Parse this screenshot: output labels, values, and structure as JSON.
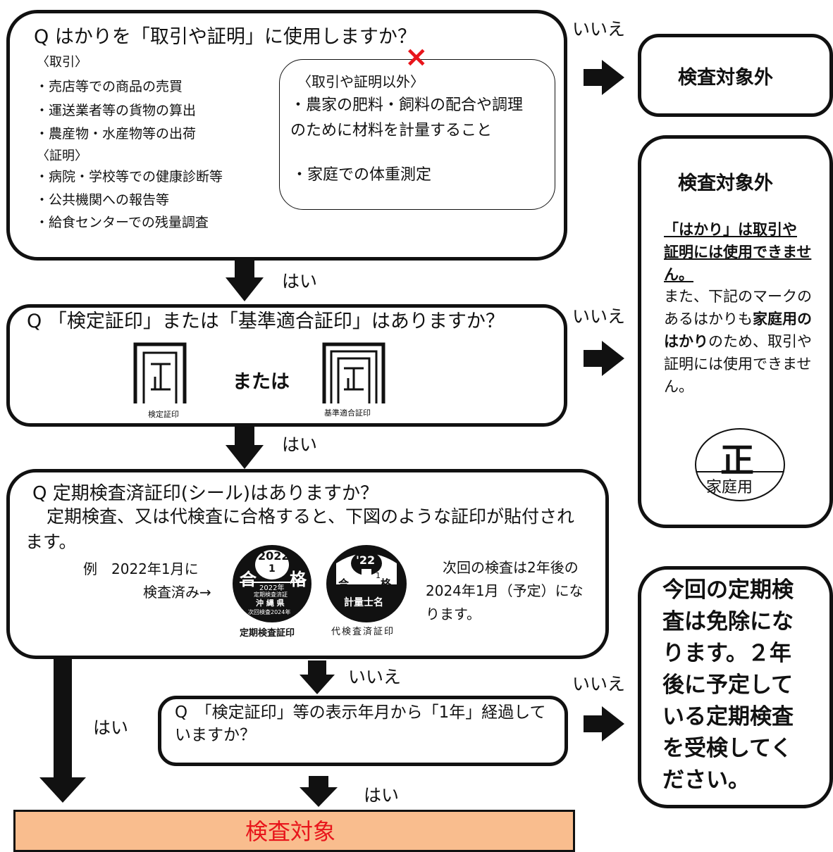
{
  "q1": {
    "question": "Q はかりを「取引や証明」に使用しますか？",
    "torihiki_head": "〈取引〉",
    "torihiki_items": [
      "・売店等での商品の売買",
      "・運送業者等の貨物の算出",
      "・農産物・水産物等の出荷"
    ],
    "shomei_head": "〈証明〉",
    "shomei_items": [
      "・病院・学校等での健康診断等",
      "・公共機関への報告等",
      "・給食センターでの残量調査"
    ],
    "other_head": "〈取引や証明以外〉",
    "other_items": [
      "・農家の肥料・飼料の配合や調理のために材料を計量すること",
      "・家庭での体重測定"
    ],
    "cross_mark": "×"
  },
  "q2": {
    "question": "Q 「検定証印」または「基準適合証印」はありますか？",
    "stamp1_label": "検定証印",
    "or_label": "または",
    "stamp2_label": "基準適合証印"
  },
  "q3": {
    "question": "Q  定期検査済証印(シール)はありますか？",
    "description": "定期検査、又は代検査に合格すると、下図のような証印が貼付されます。",
    "example_line1": "例　2022年1月に",
    "example_line2": "検査済み→",
    "seal1": {
      "year": "2022",
      "month": "1",
      "left": "合",
      "right": "格",
      "sub1": "2022年",
      "sub2": "定期検査済証",
      "sub3": "沖 縄 県",
      "sub4": "次回検査2024年",
      "caption": "定期検査証印"
    },
    "seal2": {
      "year": "'22",
      "month": "1",
      "left": "合",
      "right": "格",
      "name": "計量士名",
      "caption": "代検査済証印"
    },
    "next_note": "次回の検査は2年後の2024年1月（予定）になります。"
  },
  "q4": {
    "question": "Q　「検定証印」等の表示年月から「1年」経過していますか？"
  },
  "labels": {
    "yes": "はい",
    "no": "いいえ"
  },
  "result_excluded1": "検査対象外",
  "result_excluded2": {
    "title": "検査対象外",
    "warning": "「はかり」は取引や 証明には使用できません。",
    "note_pre": "また、下記のマークのあるはかりも",
    "note_bold": "家庭用のはかり",
    "note_post": "のため、取引や証明には使用できません。",
    "mark_top": "正",
    "mark_bottom": "家庭用"
  },
  "result_exempt": "今回の定期検査は免除になります。２年後に予定している定期検査を受検してください。",
  "result_target": "検査対象",
  "colors": {
    "target_bg": "#f9bd8e",
    "target_text": "#e8151b",
    "cross": "#e8151b"
  }
}
